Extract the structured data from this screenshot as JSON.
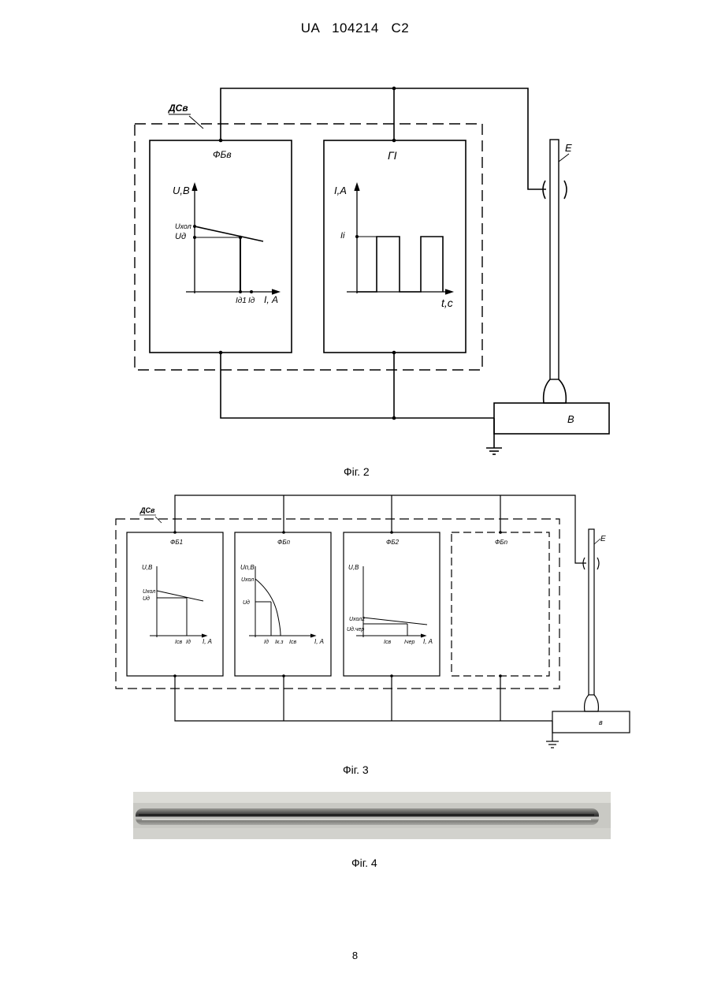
{
  "header": "UA   104214   C2",
  "page_number": "8",
  "fig2": {
    "caption": "Фіг. 2",
    "dashed_label": "ДСв",
    "block_left": {
      "title": "ФБв",
      "y_axis": "U,В",
      "x_axis": "I, А",
      "y_tick_top": "Uхол",
      "y_tick_bottom": "Uд",
      "x_tick_1": "Iд1",
      "x_tick_2": "Iд"
    },
    "block_right": {
      "title": "ГІ",
      "y_axis": "I,А",
      "x_axis": "t,с",
      "y_tick": "Iі"
    },
    "electrode_label": "Е",
    "workpiece_label": "В"
  },
  "fig3": {
    "caption": "Фіг. 3",
    "dashed_label": "ДСв",
    "blocks": [
      {
        "title": "ФБ1",
        "y_axis": "U,В",
        "x_axis": "I, А",
        "y_top": "Uхол",
        "y_bottom": "Uд",
        "x1": "Iсв",
        "x2": "Iд"
      },
      {
        "title": "ФБп",
        "y_axis": "Uп,В",
        "x_axis": "I, А",
        "y_top": "Uхол",
        "y_bottom": "Uд",
        "x1": "Iд",
        "x2": "Iк.з",
        "x3": "Iсв"
      },
      {
        "title": "ФБ2",
        "y_axis": "U,В",
        "x_axis": "I, А",
        "y_top": "Uхол2",
        "y_bottom": "Uд.чер",
        "x1": "Iсв",
        "x2": "Iчер"
      },
      {
        "title": "ФБn"
      }
    ],
    "electrode_label": "Е",
    "workpiece_label": "в"
  },
  "fig4": {
    "caption": "Фіг. 4"
  }
}
